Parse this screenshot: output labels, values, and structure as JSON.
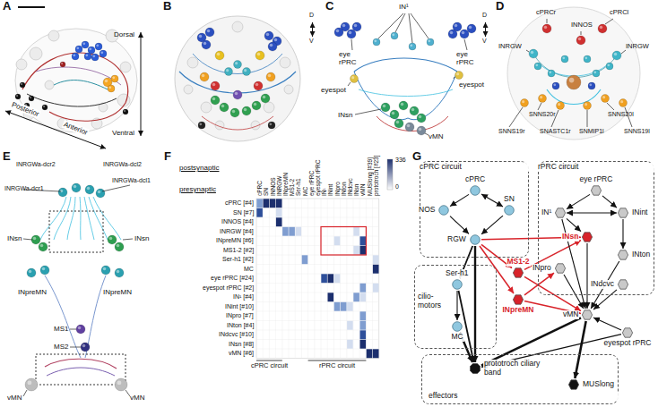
{
  "diagram": {
    "nodes": [
      {
        "text": [
          "cPRC circuit"
        ]
      },
      {
        "text": [
          "cPRC"
        ],
        "in": 0
      },
      {
        "text": [
          "NOS"
        ],
        "in": 0
      },
      {
        "text": [
          "SN"
        ],
        "in": 0
      },
      {
        "text": [
          "RGW"
        ],
        "in": 0
      },
      {
        "text": [
          "rPRC circuit"
        ]
      },
      {
        "text": [
          "eye rPRC"
        ],
        "in": 5
      },
      {
        "text": [
          "IN¹"
        ],
        "in": 5
      },
      {
        "text": [
          "INint"
        ],
        "in": 5
      },
      {
        "text": [
          "INsn"
        ],
        "in": 5
      },
      {
        "text": [
          "INton"
        ],
        "in": 5
      },
      {
        "text": [
          "INpro"
        ],
        "in": 5
      },
      {
        "text": [
          "INdcvc"
        ],
        "in": 5
      },
      {
        "text": [
          "MS1-2"
        ]
      },
      {
        "text": [
          "INpreMN"
        ]
      },
      {
        "text": [
          "cilio-motors"
        ]
      },
      {
        "text": [
          "Ser-h1"
        ],
        "in": 15
      },
      {
        "text": [
          "MC"
        ],
        "in": 15
      },
      {
        "text": [
          "vMN"
        ]
      },
      {
        "text": [
          "eyespot rPRC"
        ]
      },
      {
        "text": [
          "effectors"
        ]
      },
      {
        "text": [
          "prototroch ciliary band"
        ],
        "in": 20
      },
      {
        "text": [
          "MUSlong"
        ],
        "in": 20
      }
    ],
    "edges": [
      {
        "from": 1,
        "to": 2,
        "arrow": "to"
      },
      {
        "from": 1,
        "to": 3,
        "arrow": "both"
      },
      {
        "from": 2,
        "to": 4,
        "arrow": "to"
      },
      {
        "from": 3,
        "to": 4,
        "arrow": "to"
      },
      {
        "from": 4,
        "to": 16,
        "arrow": "to"
      },
      {
        "from": 4,
        "to": 21,
        "arrow": "to"
      },
      {
        "from": 4,
        "to": 13,
        "arrow": "to"
      },
      {
        "from": 4,
        "to": 14,
        "arrow": "to"
      },
      {
        "from": 4,
        "to": 9,
        "arrow": "to"
      },
      {
        "from": 13,
        "to": 9,
        "arrow": "to"
      },
      {
        "from": 13,
        "to": 18,
        "arrow": "to"
      },
      {
        "from": 14,
        "to": 18,
        "arrow": "to"
      },
      {
        "from": 14,
        "to": 11,
        "arrow": "to"
      },
      {
        "from": 16,
        "to": 17,
        "arrow": "to"
      },
      {
        "from": 16,
        "to": 21,
        "arrow": "to"
      },
      {
        "from": 17,
        "to": 21,
        "arrow": "to"
      },
      {
        "from": 6,
        "to": 7,
        "arrow": "to"
      },
      {
        "from": 6,
        "to": 8,
        "arrow": "to"
      },
      {
        "from": 7,
        "to": 8,
        "arrow": "both"
      },
      {
        "from": 7,
        "to": 9,
        "arrow": "to"
      },
      {
        "from": 7,
        "to": 18,
        "arrow": "to"
      },
      {
        "from": 8,
        "to": 10,
        "arrow": "to"
      },
      {
        "from": 10,
        "to": 18,
        "arrow": "to"
      },
      {
        "from": 11,
        "to": 18,
        "arrow": "to"
      },
      {
        "from": 12,
        "to": 18,
        "arrow": "to"
      },
      {
        "from": 9,
        "to": 18,
        "arrow": "to"
      },
      {
        "from": 19,
        "to": 18,
        "arrow": "to"
      },
      {
        "from": 18,
        "to": 21,
        "arrow": "to"
      },
      {
        "from": 18,
        "to": 22,
        "arrow": "to"
      },
      {
        "from": 19,
        "to": 21,
        "arrow": "to"
      }
    ],
    "labels": [
      "A",
      "Dorsal",
      "Ventral",
      "Posterior",
      "Anterior",
      "B",
      "D",
      "V",
      "C",
      "D",
      "V",
      "IN¹",
      "eye rPRC",
      "eye rPRC",
      "eyespot",
      "eyespot",
      "INsn",
      "vMN",
      "D",
      "cPRCr",
      "cPRCl",
      "INNOS",
      "INRGW",
      "INRGW",
      "SNNS20r",
      "SNNS20l",
      "SNASTC1r",
      "SNMIP1l",
      "SNNS19r",
      "SNNS19l",
      "E",
      "INRGWa-dcr2",
      "INRGWa-dcl2",
      "INRGWa-dcr1",
      "INRGWa-dcl1",
      "INsn",
      "INsn",
      "INpreMN",
      "INpreMN",
      "MS1",
      "MS2",
      "vMN",
      "vMN",
      "F",
      "postsynaptic",
      "presynaptic",
      "cPRC",
      "SN",
      "INNOS",
      "INRGW",
      "INpreMN",
      "MS1-2",
      "Ser-h1",
      "MC",
      "eye rPRC",
      "eyespot rPRC",
      "IN¹",
      "INint",
      "INpro",
      "INton",
      "INdcvc",
      "INsn",
      "vMN",
      "MUSlong [#39]",
      "prototroch [#23]",
      "cPRC [#4]",
      "SN [#7]",
      "INNOS [#4]",
      "INRGW [#4]",
      "INpreMN [#6]",
      "MS1-2 [#2]",
      "Ser-h1 [#2]",
      "MC",
      "eye rPRC [#24]",
      "eyespot rPRC [#2]",
      "IN¹ [#4]",
      "INint [#10]",
      "INpro [#7]",
      "INton [#4]",
      "INdcvc [#10]",
      "INsn [#8]",
      "vMN [#6]",
      "0",
      "336",
      "cPRC circuit",
      "rPRC circuit",
      "G"
    ]
  }
}
